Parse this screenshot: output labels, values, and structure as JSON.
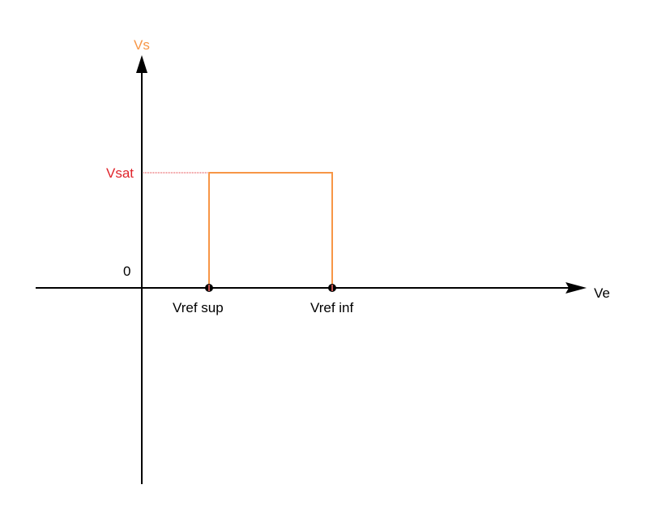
{
  "diagram": {
    "y_axis_label": "Vs",
    "x_axis_label": "Ve",
    "origin_label": "0",
    "level_label": "Vsat",
    "threshold_left_label": "Vref sup",
    "threshold_right_label": "Vref inf"
  },
  "colors": {
    "axis": "#000000",
    "curve": "#f79646",
    "level_guide": "#e0242b",
    "threshold_marker_ring": "#000000",
    "threshold_marker_center": "#c0504d"
  }
}
